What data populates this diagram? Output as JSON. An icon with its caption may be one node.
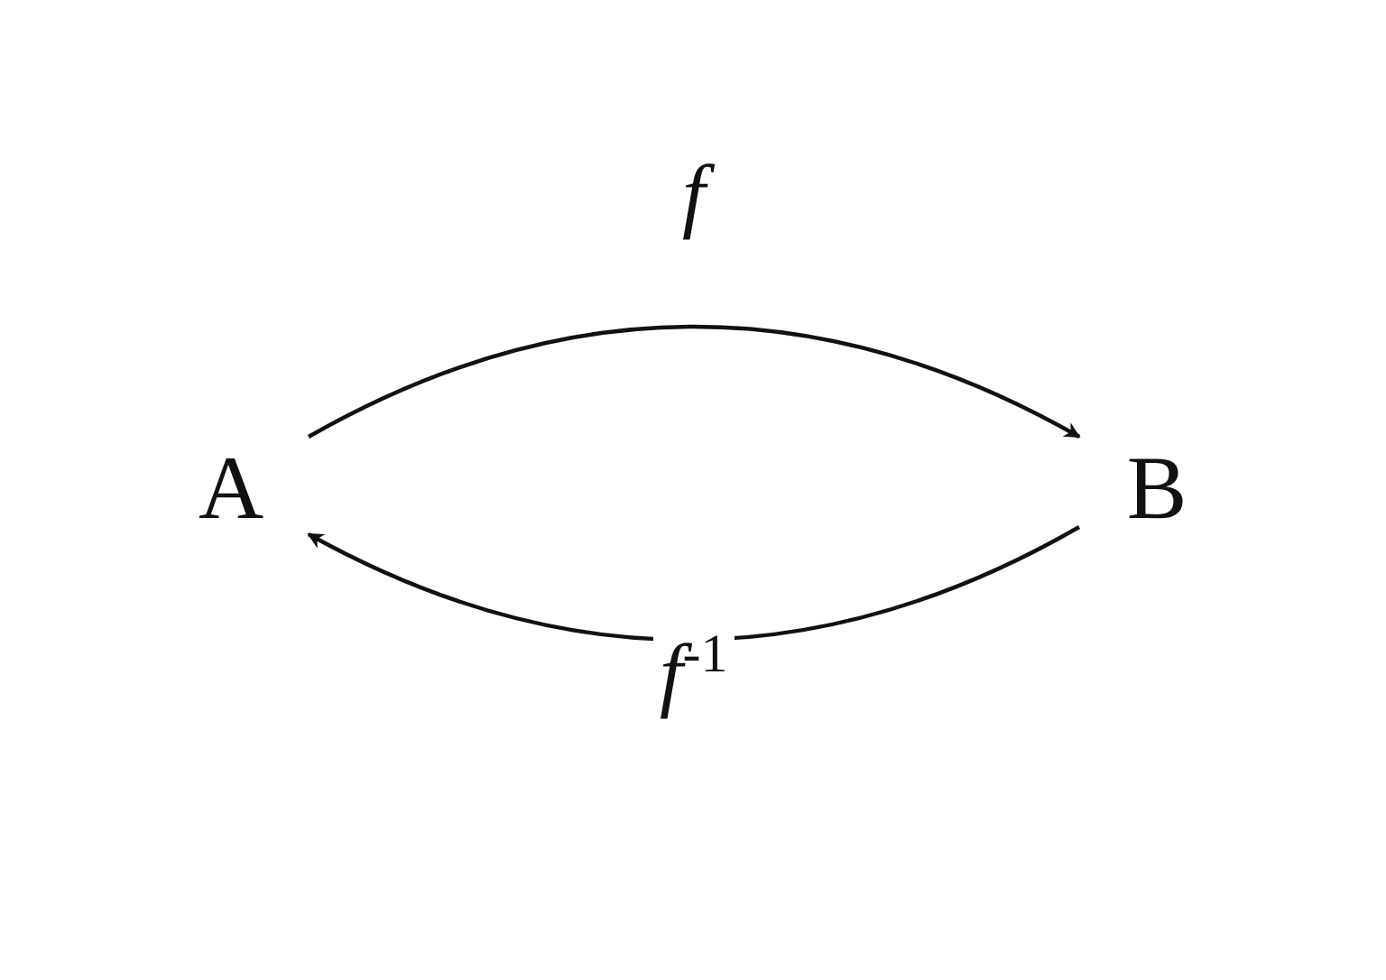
{
  "diagram": {
    "nodes": [
      {
        "text": [
          "A"
        ]
      },
      {
        "text": [
          "B"
        ]
      }
    ],
    "edges": [
      {
        "from": 0,
        "to": 1,
        "arrow": "to",
        "label": "f"
      },
      {
        "from": 1,
        "to": 0,
        "arrow": "to",
        "label": "f$^{-1}$"
      }
    ]
  }
}
